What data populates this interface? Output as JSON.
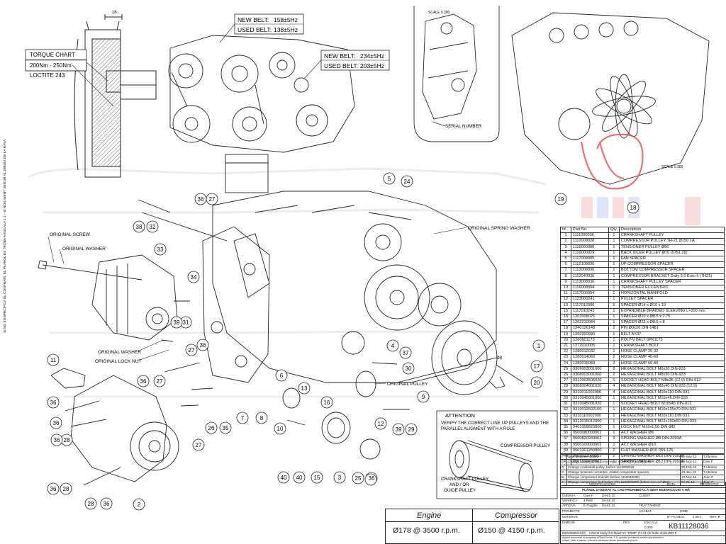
{
  "belt_specs": {
    "alt_new_belt": "NEW BELT:",
    "alt_new_value": "158±5Hz",
    "alt_used_belt": "USED BELT:",
    "alt_used_value": "138±5Hz",
    "comp_new_belt": "NEW BELT:",
    "comp_new_value": "234±5Hz",
    "comp_used_belt": "USED BELT:",
    "comp_used_value": "203±5Hz"
  },
  "torque": {
    "title": "TORQUE CHART",
    "value": "200Nm - 250Nm",
    "loctite": "LOCTITE 243"
  },
  "callouts": {
    "original_screw": "ORIGINAL SCREW",
    "original_washer": "ORIGINAL WASHER",
    "original_washer_2": "ORIGINAL WASHER",
    "original_lock_nut": "ORIGINAL LOCK NUT",
    "original_spring_washer": "ORIGINAL SPRING WASHER",
    "original_pulley": "ORIGINAL PULLEY",
    "serial_number": "SERIAL NUMBER",
    "scale_top": "SCALE 0.300",
    "scale_right": "SCALE 0.300",
    "dim_16": "16",
    "dim_08": "Ø8"
  },
  "attention": {
    "title": "ATTENTION",
    "line1": "VERIFY THE CORRECT LINE UP PULLEYS AND THE",
    "line2": "PARALLEL ALIGMENT WITH A RULE",
    "compressor_pulley": "COMPRESSOR PULLEY",
    "crankshaft_line1": "CRANKSHAFT PULLEY",
    "crankshaft_line2": "AND / OR",
    "crankshaft_line3": "GUIDE PULLEY"
  },
  "speeds": {
    "engine_label": "Engine",
    "engine_value": "Ø178 @ 3500 r.p.m.",
    "compressor_label": "Compressor",
    "compressor_value": "Ø150 @ 4150 r.p.m."
  },
  "balloons": [
    "1",
    "2",
    "3",
    "4",
    "5",
    "6",
    "7",
    "8",
    "9",
    "10",
    "11",
    "12",
    "13",
    "15",
    "16",
    "17",
    "18",
    "19",
    "20",
    "24",
    "25",
    "26",
    "27",
    "28",
    "29",
    "30",
    "31",
    "32",
    "33",
    "34",
    "35",
    "36",
    "37",
    "38",
    "39",
    "40"
  ],
  "parts_table": {
    "headers": [
      "Id.",
      "Part No.",
      "Qty.",
      "Description"
    ],
    "rows": [
      [
        "1",
        "1111000036",
        "1",
        "CRANKSHAFT PULLEY"
      ],
      [
        "2",
        "1112008028",
        "1",
        "COMPRESSOR PULLEY 7H-21 Ø150 1A"
      ],
      [
        "3",
        "1116000000",
        "1",
        "TENSIONER PULLEY Ø80"
      ],
      [
        "4",
        "1116000029",
        "1",
        "BACK IDLER PULLEY Ø70 (5751.29)"
      ],
      [
        "5",
        "1117008005",
        "1",
        "FAN SPACER"
      ],
      [
        "6",
        "1112108036",
        "1",
        "UP COMPRESSOR SPACER"
      ],
      [
        "7",
        "1112008036",
        "1",
        "BOTTOM COMPRESSOR SPACER"
      ],
      [
        "8",
        "1112040036",
        "1",
        "COMPRESSOR BRACKET Daily 3.0 Euro 5 (7H21)"
      ],
      [
        "9",
        "1113008036",
        "1",
        "CRANKSHAFT PULLEY SPACER"
      ],
      [
        "10",
        "1116008004",
        "1",
        "TENSIONER ECCENTRIC"
      ],
      [
        "11",
        "1117000004",
        "1",
        "HORIZONTAL MANIFOLD"
      ],
      [
        "12",
        "1123000241",
        "1",
        "PULLEY SPACER"
      ],
      [
        "13",
        "1117012006",
        "2",
        "SPACER Ø14 x Ø10 x 10"
      ],
      [
        "15",
        "1117010242",
        "1",
        "EXPANDIBLE BRAIDED SLEEVING L=200 mm"
      ],
      [
        "16",
        "1202008025",
        "1",
        "SPACER Ø20 x Ø8.5 x 2.75"
      ],
      [
        "17",
        "1202210084",
        "1",
        "SPACER Ø22 x Ø8.5 x 8"
      ],
      [
        "18",
        "1240126148",
        "2",
        "PIN Ø3x26 DIN-1481"
      ],
      [
        "19",
        "1260200990",
        "1",
        "BELT AX37"
      ],
      [
        "20",
        "1260601173",
        "1",
        "POLY-V BELT 6PK1173"
      ],
      [
        "21",
        "1272010005",
        "1",
        "CRANKSHAFT BOLT"
      ],
      [
        "22",
        "1280012032",
        "1",
        "HOSE CLAMP 20-32"
      ],
      [
        "23",
        "1280014060",
        "2",
        "HOSE CLAMP 40-60"
      ],
      [
        "24",
        "1280016080",
        "2",
        "HOSE CLAMP 60-80"
      ],
      [
        "25",
        "9306003001000",
        "8",
        "HEXAGONAL BOLT M6x30 DIN-933"
      ],
      [
        "26",
        "9308003001000",
        "2",
        "HEXAGONAL BOLT M8x30 DIN-933"
      ],
      [
        "27",
        "9312003505020",
        "1",
        "SOCKET HEAD BOLT M8x35 (12.9) DIN-912"
      ],
      [
        "28",
        "9308004001020",
        "4",
        "HEXAGONAL BOLT M8x40 DIN-933 (12.9)"
      ],
      [
        "29",
        "9310011002000",
        "4",
        "HEXAGONAL BOLT M10x110 DIN-931"
      ],
      [
        "30",
        "9310045001000",
        "1",
        "HEXAGONAL BOLT M10x45 DIN-933"
      ],
      [
        "31",
        "9310045001020",
        "1",
        "SOCKET HEAD BOLT M10x45 DIN-912"
      ],
      [
        "32",
        "9310012502100",
        "1",
        "HEXAGONAL BOLT M10x125x70 DIN-931"
      ],
      [
        "33",
        "9310110002000",
        "1",
        "HEXAGONAL BOLT M10x110 DIN-931"
      ],
      [
        "34",
        "9312015012000",
        "1",
        "HEXAGONAL BOLT M12x150x50 DIN-933"
      ],
      [
        "35",
        "9401009820000",
        "1",
        "LOCK NUT M10x1,50 DIN-982"
      ],
      [
        "36",
        "9500080000002",
        "1",
        "ACT WASHER Ø8"
      ],
      [
        "37",
        "9500820930002",
        "9",
        "SPRING WASHER Ø8 DIN-2093A"
      ],
      [
        "38",
        "9500100000002",
        "1",
        "ACT WASHER Ø10"
      ],
      [
        "39",
        "9501001250000",
        "2",
        "FLAT WASHER Ø10 DIN-125"
      ],
      [
        "40",
        "9501012093002",
        "2",
        "SPRING WASHER Ø10 DIN-2093A"
      ],
      [
        "41",
        "9501220930002",
        "1",
        "SPRING WASHER Ø12 DIN-2093A"
      ]
    ]
  },
  "revisions": [
    [
      "F",
      "New tensioner pulley.",
      "16-Sep-13",
      "T.Abrines"
    ],
    [
      "E",
      "Change screws of the compressor of M8X100 by M8X110",
      "15-Nov-13",
      "Dani.F"
    ],
    [
      "D",
      "Change crankshaft pulley, before 1112000036.",
      "20-Feb-13",
      "T.Abrines"
    ],
    [
      "C",
      "Change tensioner eccentric. Added compressor spacers.",
      "23-Jan-13",
      "T.Abrines"
    ],
    [
      "B",
      "Change compressor bracket (before 1112040036).",
      "13-Nov-12",
      "Joan P"
    ],
    [
      "A",
      "Change compressor belt before P/N 1260201090 (before item 17 Ø84)",
      "04-01-12",
      "Joan P"
    ]
  ],
  "title_block": {
    "modificaciones": "MODIFICACIONS",
    "fecha": "DATA",
    "projectat": "PROJECTAT",
    "notice": "PLÀNOL D'OUIXAT AL CAD PROHIBIDA LA SEVA MODIFICACIÓ A MÀ",
    "dibuixa": "DIBUIXA",
    "dibuixa_name": "Dani.F",
    "dibuixa_date": "04-01-12",
    "verifica": "VERIFICA",
    "verifica_name": "J.Petit",
    "verifica_date": "04-01-12",
    "aprova": "APROVA",
    "aprova_name": "E.Puigdlo",
    "aprova_date": "04-01-12",
    "client": "CLIENT",
    "projecte": "PROJECTE",
    "material": "MATERIAL",
    "pes": "PES",
    "dimens": "DIMENS.",
    "tractament": "TRACTAMENT",
    "acabat": "ACABAT",
    "codi": "CODI",
    "n_planol": "Nº PLÀNOL",
    "full": "1 de 1",
    "rev": "REV.",
    "rev_value": "F",
    "escala": "ESCALA",
    "escala_value": "0.300",
    "denominacio": "DENOMINACIÓ",
    "denominacio_value": "IVECO Daily 3.0 NewF1C-TDMP 7H-21 (le brille et) EURO 5",
    "drawing_number": "KB11128036",
    "footer_1": "Aquest document es propietat d'Oliva Torras, S.A. queden prohibida la seva reproducció o",
    "footer_2": "cessió, total o parcial, a tercers persones sense autorització prèvia."
  },
  "side_note": "SI NO S'ESPECIFICA EL CONTRARI, EL PLÀNOL ES TROBA A ESCALA 1:1 - SI NON SIENT SEGUR AL DIBUIX DE LA RAYA."
}
